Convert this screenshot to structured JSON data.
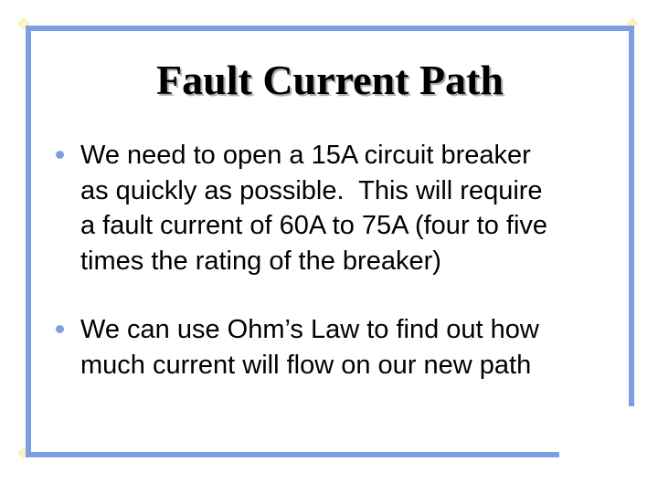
{
  "slide": {
    "title": "Fault Current Path",
    "bullets": [
      {
        "lines": [
          "We need to open a 15A circuit breaker",
          "as quickly as possible.  This will require",
          "a fault current of 60A to 75A (four to five",
          "times the rating of the breaker)"
        ]
      },
      {
        "lines": [
          "We can use Ohm’s Law to find out how",
          "much current will flow on our new path"
        ]
      }
    ],
    "colors": {
      "frame_border": "#7C9FE4",
      "bullet_dot": "#7C9FE0",
      "title_text": "#000000",
      "title_shadow": "#A8A8A8",
      "body_text": "#000000",
      "background": "#FFFFFF",
      "corner_accent": "#F8F4C0"
    }
  }
}
